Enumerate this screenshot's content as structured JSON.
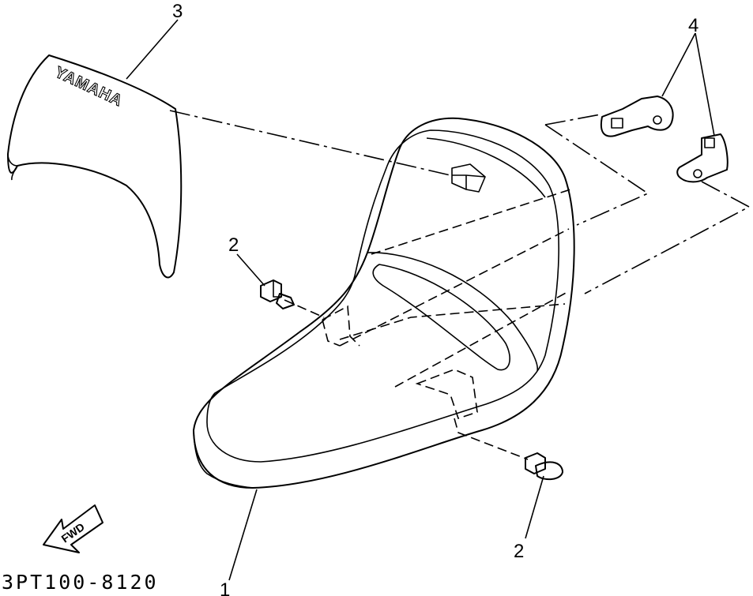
{
  "callouts": {
    "seat": "1",
    "bolt_left": "2",
    "bolt_right": "2",
    "cover": "3",
    "brackets": "4"
  },
  "cover_logo": "YAMAHA",
  "fwd_arrow": "FWD",
  "diagram_code": "3PT100-8120",
  "icons": [
    "fwd-arrow-icon",
    "bolt-icon",
    "bracket-icon"
  ],
  "colors": {
    "line": "#000000",
    "background": "#ffffff"
  }
}
